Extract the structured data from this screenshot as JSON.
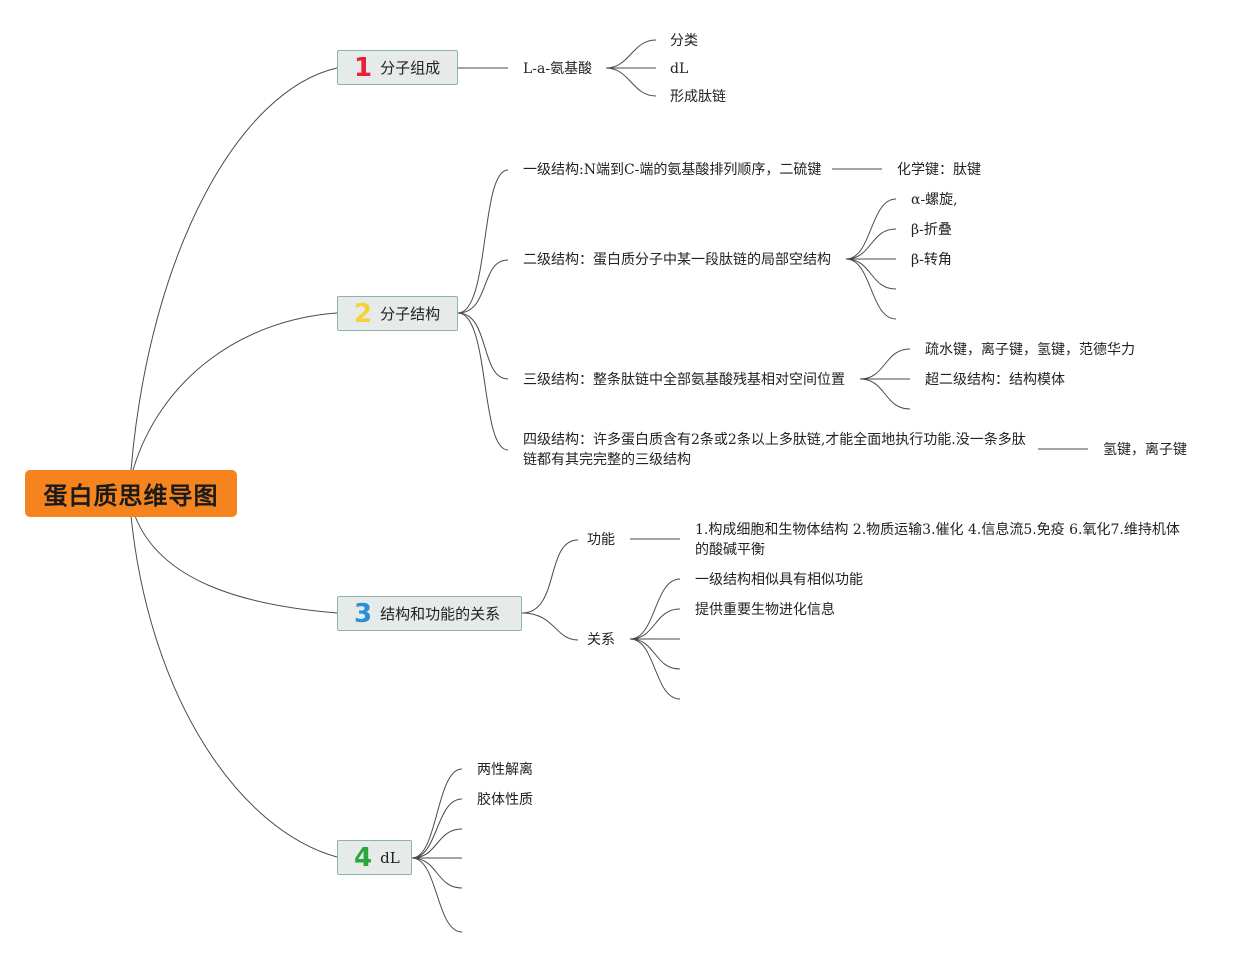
{
  "root": {
    "label": "蛋白质思维导图",
    "color": "#f5841f"
  },
  "branches": [
    {
      "number": "1",
      "number_color": "#e8203a",
      "label": "分子组成",
      "child": "L-a-氨基酸",
      "subchildren": [
        "分类",
        "dL",
        "形成肽链"
      ]
    },
    {
      "number": "2",
      "number_color": "#f2d13b",
      "label": "分子结构",
      "children": {
        "primary": {
          "label": "一级结构:N端到C-端的氨基酸排列顺序，二硫键",
          "detail": "化学键：肽键"
        },
        "secondary": {
          "label": "二级结构：蛋白质分子中某一段肽链的局部空结构",
          "items": [
            "α-螺旋,",
            "β-折叠",
            "β-转角"
          ]
        },
        "tertiary": {
          "label": "三级结构：整条肽链中全部氨基酸残基相对空间位置",
          "items": [
            "疏水键，离子键，氢键，范德华力",
            "超二级结构：结构模体"
          ]
        },
        "quaternary": {
          "label": "四级结构：许多蛋白质含有2条或2条以上多肽链,才能全面地执行功能.没一条多肽链都有其完完整的三级结构",
          "detail": "氢键，离子键"
        }
      }
    },
    {
      "number": "3",
      "number_color": "#2b8fd6",
      "label": "结构和功能的关系",
      "function": {
        "label": "功能",
        "detail": "1.构成细胞和生物体结构 2.物质运输3.催化 4.信息流5.免疫 6.氧化7.维持机体的酸碱平衡"
      },
      "relation": {
        "label": "关系",
        "items": [
          "一级结构相似具有相似功能",
          "提供重要生物进化信息"
        ]
      }
    },
    {
      "number": "4",
      "number_color": "#2aa63a",
      "label": "dL",
      "items": [
        "两性解离",
        "胶体性质"
      ]
    }
  ]
}
